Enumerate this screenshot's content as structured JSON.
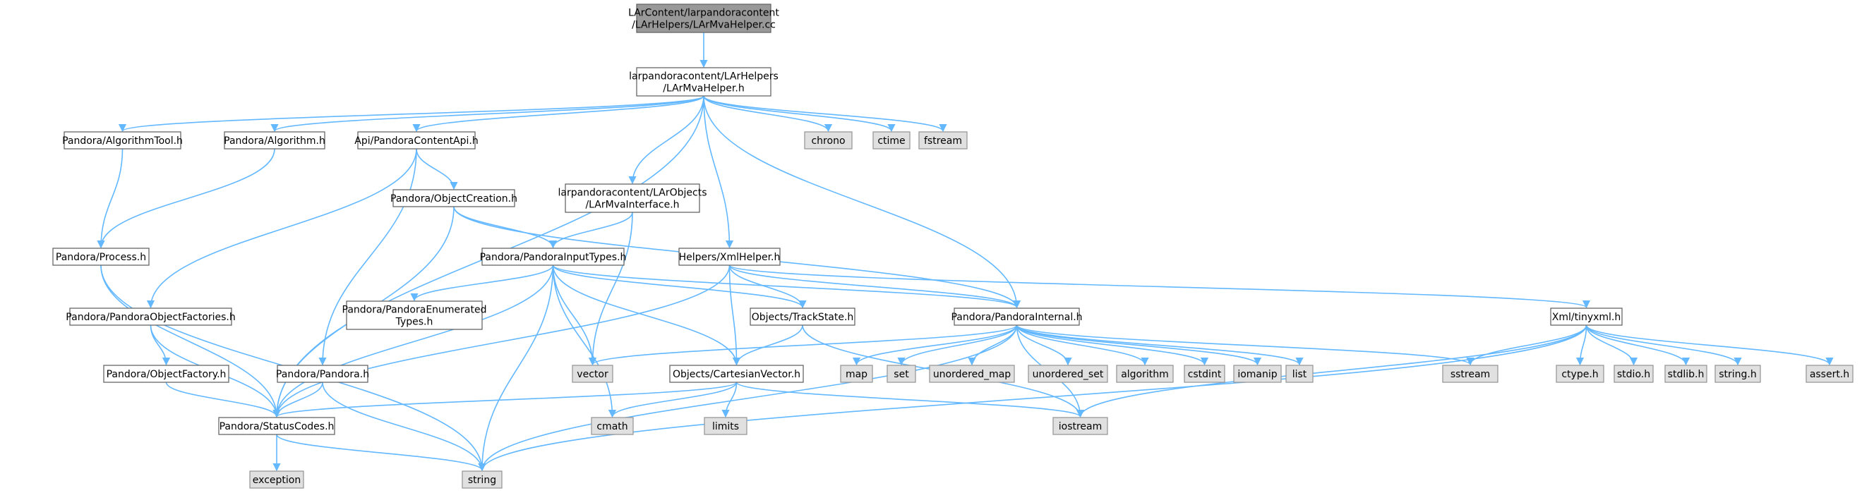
{
  "colors": {
    "edge": "#63b8ff",
    "root_fill": "#999999",
    "system_fill": "#e0e0e0",
    "header_fill": "#ffffff",
    "border": "#666666"
  },
  "nodes": [
    {
      "id": "root",
      "lines": [
        "LArContent/larpandoracontent",
        "/LArHelpers/LArMvaHelper.cc"
      ],
      "kind": "root"
    },
    {
      "id": "mvahelper",
      "lines": [
        "larpandoracontent/LArHelpers",
        "/LArMvaHelper.h"
      ],
      "kind": "header"
    },
    {
      "id": "algtool",
      "lines": [
        "Pandora/AlgorithmTool.h"
      ],
      "kind": "header"
    },
    {
      "id": "alg",
      "lines": [
        "Pandora/Algorithm.h"
      ],
      "kind": "header"
    },
    {
      "id": "api",
      "lines": [
        "Api/PandoraContentApi.h"
      ],
      "kind": "header"
    },
    {
      "id": "chrono",
      "lines": [
        "chrono"
      ],
      "kind": "system"
    },
    {
      "id": "ctime",
      "lines": [
        "ctime"
      ],
      "kind": "system"
    },
    {
      "id": "fstream",
      "lines": [
        "fstream"
      ],
      "kind": "system"
    },
    {
      "id": "objcreation",
      "lines": [
        "Pandora/ObjectCreation.h"
      ],
      "kind": "header"
    },
    {
      "id": "mvainterface",
      "lines": [
        "larpandoracontent/LArObjects",
        "/LArMvaInterface.h"
      ],
      "kind": "header"
    },
    {
      "id": "process",
      "lines": [
        "Pandora/Process.h"
      ],
      "kind": "header"
    },
    {
      "id": "inputtypes",
      "lines": [
        "Pandora/PandoraInputTypes.h"
      ],
      "kind": "header"
    },
    {
      "id": "xmlhelper",
      "lines": [
        "Helpers/XmlHelper.h"
      ],
      "kind": "header"
    },
    {
      "id": "objfactories",
      "lines": [
        "Pandora/PandoraObjectFactories.h"
      ],
      "kind": "header"
    },
    {
      "id": "enumtypes",
      "lines": [
        "Pandora/PandoraEnumerated",
        "Types.h"
      ],
      "kind": "header"
    },
    {
      "id": "trackstate",
      "lines": [
        "Objects/TrackState.h"
      ],
      "kind": "header"
    },
    {
      "id": "internal",
      "lines": [
        "Pandora/PandoraInternal.h"
      ],
      "kind": "header"
    },
    {
      "id": "tinyxml",
      "lines": [
        "Xml/tinyxml.h"
      ],
      "kind": "header"
    },
    {
      "id": "objfactory",
      "lines": [
        "Pandora/ObjectFactory.h"
      ],
      "kind": "header"
    },
    {
      "id": "pandora",
      "lines": [
        "Pandora/Pandora.h"
      ],
      "kind": "header"
    },
    {
      "id": "vector",
      "lines": [
        "vector"
      ],
      "kind": "system"
    },
    {
      "id": "cartesian",
      "lines": [
        "Objects/CartesianVector.h"
      ],
      "kind": "header"
    },
    {
      "id": "map",
      "lines": [
        "map"
      ],
      "kind": "system"
    },
    {
      "id": "set",
      "lines": [
        "set"
      ],
      "kind": "system"
    },
    {
      "id": "umap",
      "lines": [
        "unordered_map"
      ],
      "kind": "system"
    },
    {
      "id": "uset",
      "lines": [
        "unordered_set"
      ],
      "kind": "system"
    },
    {
      "id": "algorithm",
      "lines": [
        "algorithm"
      ],
      "kind": "system"
    },
    {
      "id": "cstdint",
      "lines": [
        "cstdint"
      ],
      "kind": "system"
    },
    {
      "id": "iomanip",
      "lines": [
        "iomanip"
      ],
      "kind": "system"
    },
    {
      "id": "list",
      "lines": [
        "list"
      ],
      "kind": "system"
    },
    {
      "id": "sstream",
      "lines": [
        "sstream"
      ],
      "kind": "system"
    },
    {
      "id": "ctype",
      "lines": [
        "ctype.h"
      ],
      "kind": "system"
    },
    {
      "id": "stdio",
      "lines": [
        "stdio.h"
      ],
      "kind": "system"
    },
    {
      "id": "stdlib",
      "lines": [
        "stdlib.h"
      ],
      "kind": "system"
    },
    {
      "id": "stringh",
      "lines": [
        "string.h"
      ],
      "kind": "system"
    },
    {
      "id": "assert",
      "lines": [
        "assert.h"
      ],
      "kind": "system"
    },
    {
      "id": "statuscodes",
      "lines": [
        "Pandora/StatusCodes.h"
      ],
      "kind": "header"
    },
    {
      "id": "cmath",
      "lines": [
        "cmath"
      ],
      "kind": "system"
    },
    {
      "id": "limits",
      "lines": [
        "limits"
      ],
      "kind": "system"
    },
    {
      "id": "iostream",
      "lines": [
        "iostream"
      ],
      "kind": "system"
    },
    {
      "id": "exception",
      "lines": [
        "exception"
      ],
      "kind": "system"
    },
    {
      "id": "string",
      "lines": [
        "string"
      ],
      "kind": "system"
    }
  ],
  "edges": [
    [
      "root",
      "mvahelper"
    ],
    [
      "mvahelper",
      "algtool"
    ],
    [
      "mvahelper",
      "alg"
    ],
    [
      "mvahelper",
      "api"
    ],
    [
      "mvahelper",
      "chrono"
    ],
    [
      "mvahelper",
      "ctime"
    ],
    [
      "mvahelper",
      "fstream"
    ],
    [
      "mvahelper",
      "mvainterface"
    ],
    [
      "mvahelper",
      "xmlhelper"
    ],
    [
      "mvahelper",
      "internal"
    ],
    [
      "mvahelper",
      "statuscodes"
    ],
    [
      "algtool",
      "process"
    ],
    [
      "alg",
      "process"
    ],
    [
      "api",
      "objcreation"
    ],
    [
      "api",
      "objfactories"
    ],
    [
      "api",
      "pandora"
    ],
    [
      "objcreation",
      "inputtypes"
    ],
    [
      "objcreation",
      "internal"
    ],
    [
      "objcreation",
      "statuscodes"
    ],
    [
      "mvainterface",
      "inputtypes"
    ],
    [
      "mvainterface",
      "vector"
    ],
    [
      "process",
      "statuscodes"
    ],
    [
      "process",
      "string"
    ],
    [
      "inputtypes",
      "enumtypes"
    ],
    [
      "inputtypes",
      "trackstate"
    ],
    [
      "inputtypes",
      "internal"
    ],
    [
      "inputtypes",
      "vector"
    ],
    [
      "inputtypes",
      "cartesian"
    ],
    [
      "inputtypes",
      "cmath"
    ],
    [
      "inputtypes",
      "string"
    ],
    [
      "inputtypes",
      "statuscodes"
    ],
    [
      "xmlhelper",
      "internal"
    ],
    [
      "xmlhelper",
      "trackstate"
    ],
    [
      "xmlhelper",
      "cartesian"
    ],
    [
      "xmlhelper",
      "tinyxml"
    ],
    [
      "xmlhelper",
      "statuscodes"
    ],
    [
      "objfactories",
      "objfactory"
    ],
    [
      "objfactories",
      "statuscodes"
    ],
    [
      "trackstate",
      "cartesian"
    ],
    [
      "trackstate",
      "iostream"
    ],
    [
      "internal",
      "vector"
    ],
    [
      "internal",
      "map"
    ],
    [
      "internal",
      "set"
    ],
    [
      "internal",
      "umap"
    ],
    [
      "internal",
      "uset"
    ],
    [
      "internal",
      "algorithm"
    ],
    [
      "internal",
      "cstdint"
    ],
    [
      "internal",
      "iomanip"
    ],
    [
      "internal",
      "list"
    ],
    [
      "internal",
      "sstream"
    ],
    [
      "internal",
      "iostream"
    ],
    [
      "internal",
      "string"
    ],
    [
      "tinyxml",
      "sstream"
    ],
    [
      "tinyxml",
      "ctype"
    ],
    [
      "tinyxml",
      "stdio"
    ],
    [
      "tinyxml",
      "stdlib"
    ],
    [
      "tinyxml",
      "stringh"
    ],
    [
      "tinyxml",
      "assert"
    ],
    [
      "tinyxml",
      "iostream"
    ],
    [
      "tinyxml",
      "string"
    ],
    [
      "objfactory",
      "statuscodes"
    ],
    [
      "pandora",
      "statuscodes"
    ],
    [
      "pandora",
      "string"
    ],
    [
      "cartesian",
      "statuscodes"
    ],
    [
      "cartesian",
      "cmath"
    ],
    [
      "cartesian",
      "limits"
    ],
    [
      "cartesian",
      "iostream"
    ],
    [
      "statuscodes",
      "exception"
    ],
    [
      "statuscodes",
      "string"
    ]
  ]
}
